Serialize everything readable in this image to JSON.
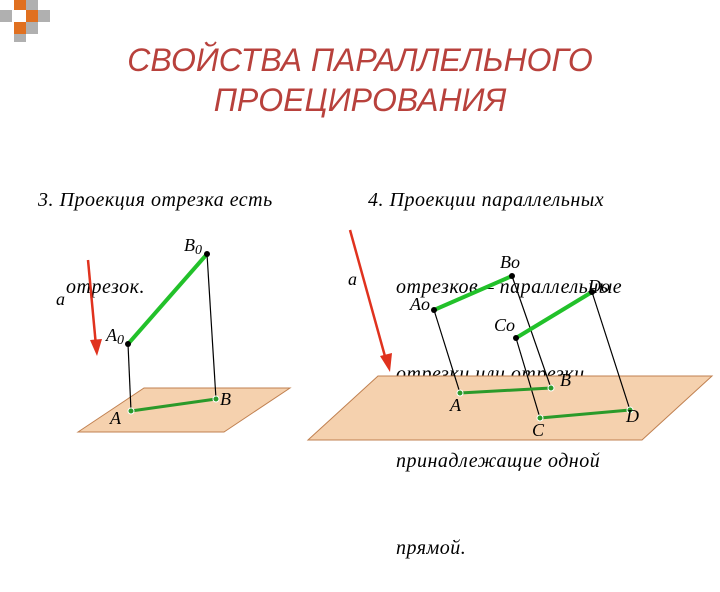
{
  "title": {
    "line1": "СВОЙСТВА ПАРАЛЛЕЛЬНОГО",
    "line2": "ПРОЕЦИРОВАНИЯ"
  },
  "property3": {
    "line1": "3. Проекция отрезка есть",
    "line2": "отрезок."
  },
  "property4": {
    "line1": "4. Проекции параллельных",
    "line2": "отрезков – параллельные",
    "line3": "отрезки или отрезки,",
    "line4": "принадлежащие одной",
    "line5": "прямой."
  },
  "diagram_left": {
    "direction_label": "a",
    "point_a0": "A",
    "point_a0_sub": "0",
    "point_b0": "B",
    "point_b0_sub": "0",
    "point_a": "A",
    "point_b": "B"
  },
  "diagram_right": {
    "direction_label": "a",
    "point_a0": "Ao",
    "point_b0": "Bo",
    "point_c0": "Co",
    "point_d0": "Do",
    "point_a": "A",
    "point_b": "B",
    "point_c": "C",
    "point_d": "D"
  },
  "colors": {
    "title": "#b8413c",
    "segment": "#22c12a",
    "projection_segment": "#2a9a2a",
    "arrow": "#e0321e",
    "plane": "#f5d1ae",
    "plane_border": "#c08050",
    "deco_orange": "#e07020",
    "deco_gray": "#b0b0b0"
  }
}
